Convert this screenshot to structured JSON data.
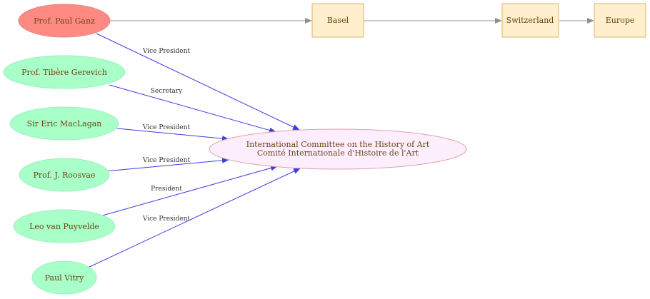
{
  "colors": {
    "person_primary_fill": "#ff8a84",
    "person_primary_stroke": "#e8857f",
    "person_fill": "#a8ffc8",
    "person_stroke": "#9ef0c0",
    "org_fill": "#fdeefd",
    "org_stroke": "#e0a0a8",
    "place_fill": "#ffefcc",
    "place_stroke": "#e0b070",
    "role_edge": "#3c3ce8",
    "location_edge": "#909090",
    "label_text": "#6b4410"
  },
  "organization": {
    "name_en": "International Committee on the History of Art",
    "name_fr": "Comité Internationale d'Histoire de l'Art"
  },
  "people": [
    {
      "id": "ganz",
      "name": "Prof. Paul Ganz",
      "role": "Vice President",
      "primary": true
    },
    {
      "id": "gerevich",
      "name": "Prof. Tibère Gerevich",
      "role": "Secretary",
      "primary": false
    },
    {
      "id": "maclagan",
      "name": "Sir Eric MacLagan",
      "role": "Vice President",
      "primary": false
    },
    {
      "id": "roosvae",
      "name": "Prof. J. Roosvae",
      "role": "Vice President",
      "primary": false
    },
    {
      "id": "puyvelde",
      "name": "Leo van Puyvelde",
      "role": "President",
      "primary": false
    },
    {
      "id": "vitry",
      "name": "Paul Vitry",
      "role": "Vice President",
      "primary": false
    }
  ],
  "places": [
    {
      "id": "basel",
      "name": "Basel"
    },
    {
      "id": "switzerland",
      "name": "Switzerland"
    },
    {
      "id": "europe",
      "name": "Europe"
    }
  ]
}
